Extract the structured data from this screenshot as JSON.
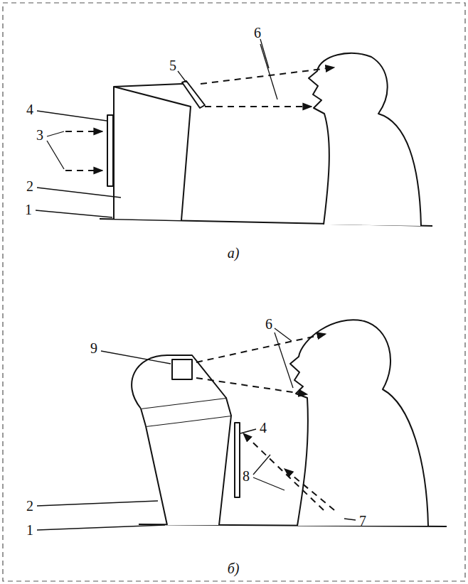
{
  "diagram": {
    "labels": [
      "5",
      "6",
      "4",
      "3",
      "2",
      "1",
      "а)",
      "9",
      "6",
      "4",
      "8",
      "2",
      "1",
      "7",
      "б)"
    ]
  }
}
